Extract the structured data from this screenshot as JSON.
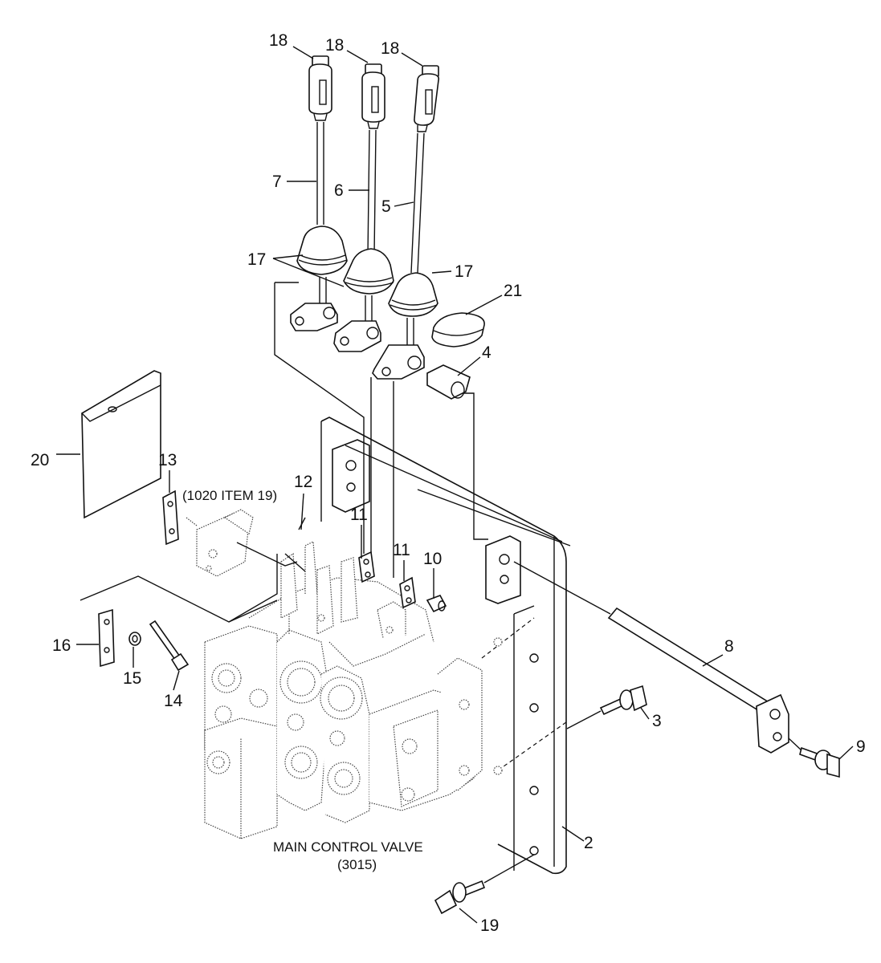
{
  "diagram": {
    "caption_line1": "MAIN CONTROL VALVE",
    "caption_line2": "(3015)",
    "reference_note": "(1020 ITEM 19)",
    "callouts": [
      "18",
      "18",
      "18",
      "7",
      "6",
      "5",
      "17",
      "17",
      "21",
      "4",
      "20",
      "13",
      "12",
      "11",
      "11",
      "10",
      "16",
      "15",
      "14",
      "8",
      "3",
      "9",
      "2",
      "19"
    ]
  }
}
